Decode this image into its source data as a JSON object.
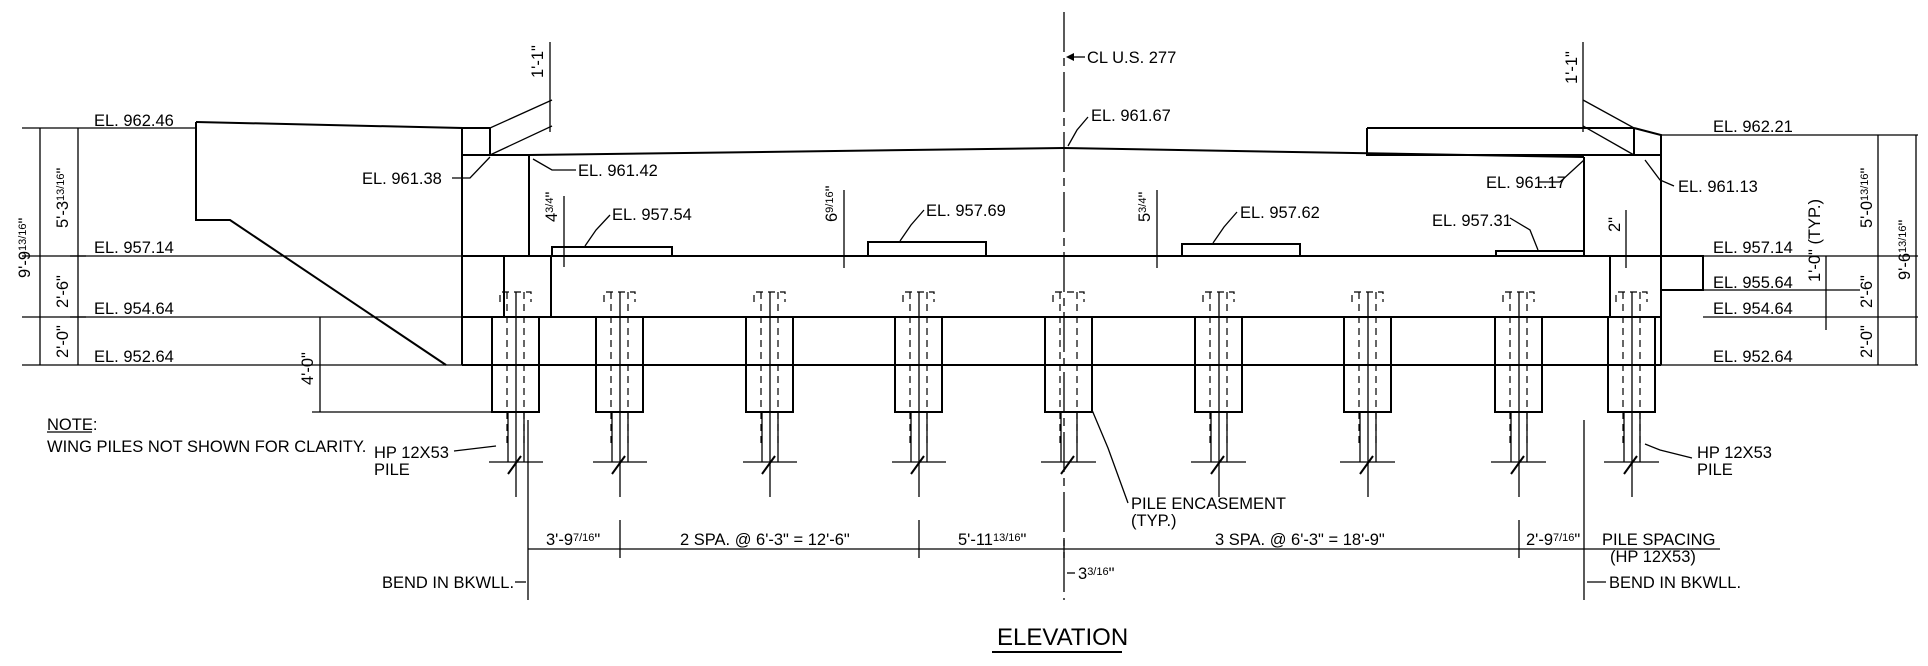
{
  "title": "ELEVATION",
  "centerline": "CL U.S. 277",
  "elevations": {
    "left_top": "EL. 962.46",
    "left_seat": "EL. 961.38",
    "left_inner": "EL. 961.42",
    "crown": "EL. 961.67",
    "right_top": "EL. 962.21",
    "right_seat": "EL. 961.13",
    "right_inner": "EL. 961.17",
    "step1": "EL. 957.54",
    "step2": "EL. 957.69",
    "step3": "EL. 957.62",
    "step4": "EL. 957.31",
    "left_cap_top": "EL. 957.14",
    "left_cap_mid": "EL. 954.64",
    "left_bottom": "EL. 952.64",
    "right_cap_top": "EL. 957.14",
    "right_mid": "EL. 955.64",
    "right_cap_mid": "EL. 954.64",
    "right_bottom": "EL. 952.64"
  },
  "dims": {
    "top_left": "1'-1\"",
    "top_right": "1'-1\"",
    "left_total": "9'-9",
    "left_total_frac": "13/16",
    "left_total_tail": "\"",
    "left_upper": "5'-3",
    "left_upper_frac": "13/16",
    "left_upper_tail": "\"",
    "left_mid": "2'-6\"",
    "left_low": "2'-0\"",
    "pile_embed": "4'-0\"",
    "step_a": "4",
    "step_a_frac": "3/4",
    "step_a_tail": "\"",
    "step_b": "6",
    "step_b_frac": "9/16",
    "step_b_tail": "\"",
    "step_c": "5",
    "step_c_frac": "3/4",
    "step_c_tail": "\"",
    "step_d": "2\"",
    "right_upper": "5'-0",
    "right_upper_frac": "13/16",
    "right_upper_tail": "\"",
    "right_typ": "1'-0\" (TYP.)",
    "right_mid": "2'-6\"",
    "right_low": "2'-0\"",
    "right_total": "9'-6",
    "right_total_frac": "13/16",
    "right_total_tail": "\"",
    "span1": "3'-9",
    "span1_frac": "7/16",
    "span1_tail": "\"",
    "span2": "2 SPA. @ 6'-3\" = 12'-6\"",
    "span3": "5'-11",
    "span3_frac": "13/16",
    "span3_tail": "\"",
    "span4": "3 SPA. @ 6'-3\" = 18'-9\"",
    "span5": "2'-9",
    "span5_frac": "7/16",
    "span5_tail": "\"",
    "offset": "3",
    "offset_frac": "3/16",
    "offset_tail": "\""
  },
  "labels": {
    "note_title": "NOTE:",
    "note_text": "WING PILES NOT SHOWN FOR CLARITY.",
    "pile_left_1": "HP 12X53",
    "pile_left_2": "PILE",
    "pile_right_1": "HP 12X53",
    "pile_right_2": "PILE",
    "encasement_1": "PILE ENCASEMENT",
    "encasement_2": "(TYP.)",
    "spacing_1": "PILE SPACING",
    "spacing_2": "(HP 12X53)",
    "bend_left": "BEND IN BKWLL.",
    "bend_right": "BEND IN BKWLL."
  }
}
